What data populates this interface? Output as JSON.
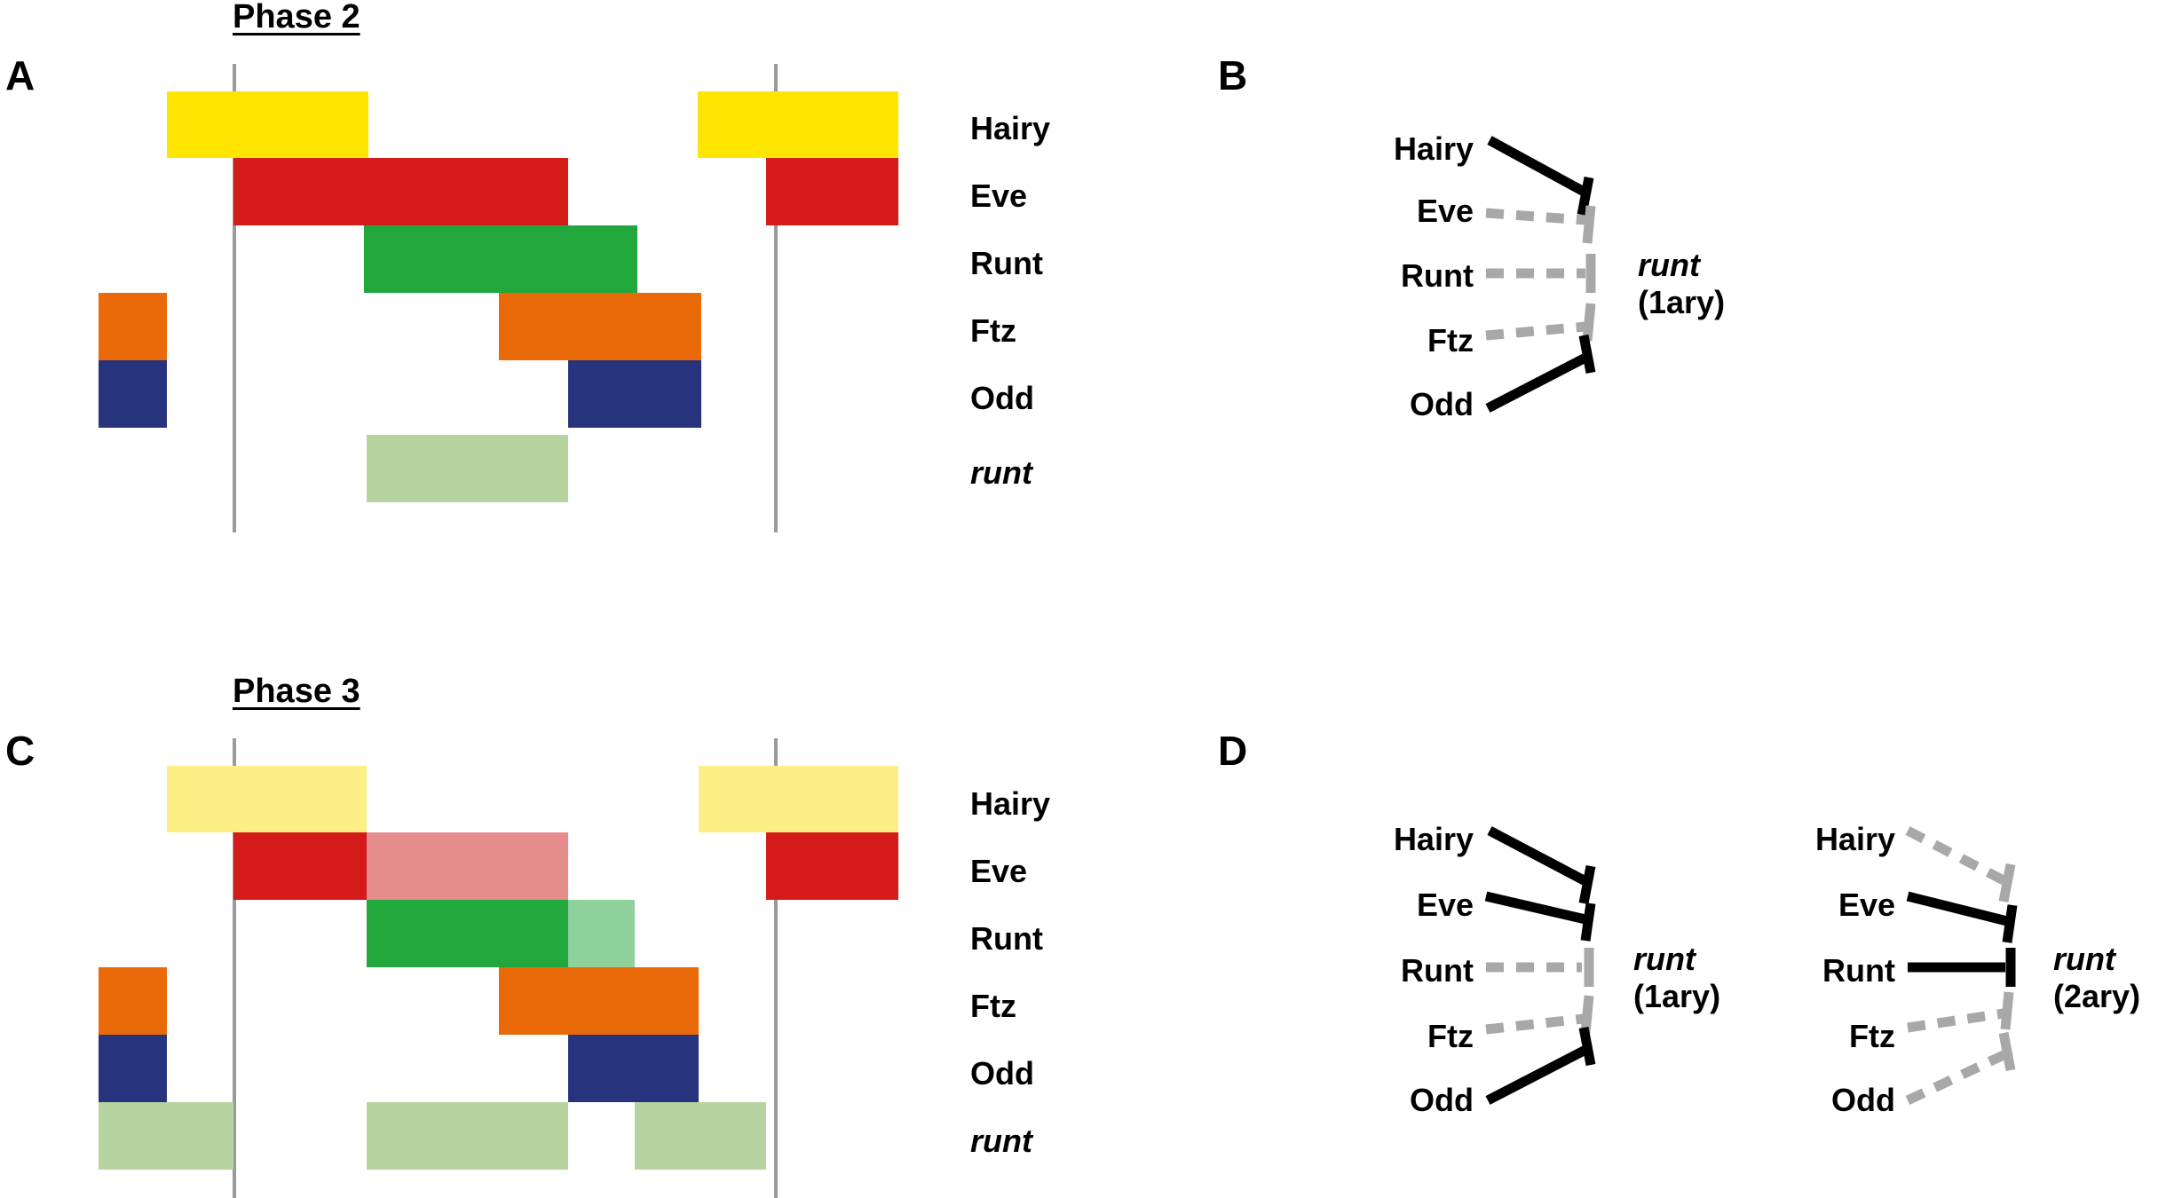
{
  "figure": {
    "panels": [
      "A",
      "B",
      "C",
      "D"
    ],
    "phase_titles": {
      "top": "Phase 2",
      "bottom": "Phase 3"
    }
  },
  "genes": {
    "rows": [
      "Hairy",
      "Eve",
      "Runt",
      "Ftz",
      "Odd",
      "runt"
    ],
    "italic_row": "runt"
  },
  "colors": {
    "yellow": "#FFE500",
    "yellow_pale": "#FCEF86",
    "red": "#D51A1A",
    "red_pale": "#E58C8C",
    "green": "#22A73C",
    "green_pale": "#8FD19B",
    "green_light": "#B5D4A0",
    "orange": "#EA6A0A",
    "blue": "#27347D",
    "guide_line": "#9A9A9A",
    "arrow_active": "#000000",
    "arrow_inactive": "#A8A8A8"
  },
  "panel_a": {
    "letter": "A",
    "title": "Phase 2",
    "row_labels": [
      "Hairy",
      "Eve",
      "Runt",
      "Ftz",
      "Odd",
      "runt"
    ],
    "bars": [
      {
        "gene": "Hairy",
        "color": "yellow",
        "segments": [
          [
            188,
            415
          ],
          [
            786,
            1012
          ]
        ]
      },
      {
        "gene": "Eve",
        "color": "red",
        "segments": [
          [
            263,
            640
          ],
          [
            863,
            1012
          ]
        ]
      },
      {
        "gene": "Runt",
        "color": "green",
        "segments": [
          [
            410,
            718
          ]
        ]
      },
      {
        "gene": "Ftz",
        "color": "orange",
        "segments": [
          [
            111,
            188
          ],
          [
            562,
            790
          ]
        ]
      },
      {
        "gene": "Odd",
        "color": "blue",
        "segments": [
          [
            111,
            188
          ],
          [
            640,
            790
          ]
        ]
      },
      {
        "gene": "runt",
        "color": "green_light",
        "segments": [
          [
            413,
            640
          ]
        ]
      }
    ],
    "guide_lines_x": [
      253,
      863
    ]
  },
  "panel_b": {
    "letter": "B",
    "target": {
      "name": "runt",
      "qualifier": "(1ary)"
    },
    "regulators": [
      {
        "name": "Hairy",
        "state": "active",
        "interaction": "repression"
      },
      {
        "name": "Eve",
        "state": "inactive",
        "interaction": "repression"
      },
      {
        "name": "Runt",
        "state": "inactive",
        "interaction": "repression"
      },
      {
        "name": "Ftz",
        "state": "inactive",
        "interaction": "repression"
      },
      {
        "name": "Odd",
        "state": "active",
        "interaction": "repression"
      }
    ]
  },
  "panel_c": {
    "letter": "C",
    "title": "Phase 3",
    "row_labels": [
      "Hairy",
      "Eve",
      "Runt",
      "Ftz",
      "Odd",
      "runt"
    ],
    "bars": [
      {
        "gene": "Hairy",
        "color": "yellow_pale",
        "segments": [
          [
            188,
            413
          ],
          [
            787,
            1012
          ]
        ]
      },
      {
        "gene": "Eve",
        "color": "red",
        "segments": [
          [
            263,
            413
          ],
          [
            863,
            1012
          ]
        ]
      },
      {
        "gene": "Eve",
        "color": "red_pale",
        "segments": [
          [
            413,
            640
          ]
        ]
      },
      {
        "gene": "Runt",
        "color": "green",
        "segments": [
          [
            413,
            640
          ]
        ]
      },
      {
        "gene": "Runt",
        "color": "green_pale",
        "segments": [
          [
            640,
            715
          ]
        ]
      },
      {
        "gene": "Ftz",
        "color": "orange",
        "segments": [
          [
            111,
            188
          ],
          [
            562,
            787
          ]
        ]
      },
      {
        "gene": "Odd",
        "color": "blue",
        "segments": [
          [
            111,
            188
          ],
          [
            640,
            787
          ]
        ]
      },
      {
        "gene": "runt",
        "color": "green_light",
        "segments": [
          [
            111,
            263
          ],
          [
            413,
            640
          ],
          [
            715,
            863
          ]
        ]
      }
    ],
    "guide_lines_x": [
      263,
      863
    ]
  },
  "panel_d": {
    "letter": "D",
    "diagrams": [
      {
        "target": {
          "name": "runt",
          "qualifier": "(1ary)"
        },
        "regulators": [
          {
            "name": "Hairy",
            "state": "active",
            "interaction": "repression"
          },
          {
            "name": "Eve",
            "state": "active",
            "interaction": "repression"
          },
          {
            "name": "Runt",
            "state": "inactive",
            "interaction": "repression"
          },
          {
            "name": "Ftz",
            "state": "inactive",
            "interaction": "repression"
          },
          {
            "name": "Odd",
            "state": "active",
            "interaction": "repression"
          }
        ]
      },
      {
        "target": {
          "name": "runt",
          "qualifier": "(2ary)"
        },
        "regulators": [
          {
            "name": "Hairy",
            "state": "inactive",
            "interaction": "repression"
          },
          {
            "name": "Eve",
            "state": "active",
            "interaction": "repression"
          },
          {
            "name": "Runt",
            "state": "active",
            "interaction": "repression"
          },
          {
            "name": "Ftz",
            "state": "inactive",
            "interaction": "repression"
          },
          {
            "name": "Odd",
            "state": "inactive",
            "interaction": "repression"
          }
        ]
      }
    ]
  }
}
